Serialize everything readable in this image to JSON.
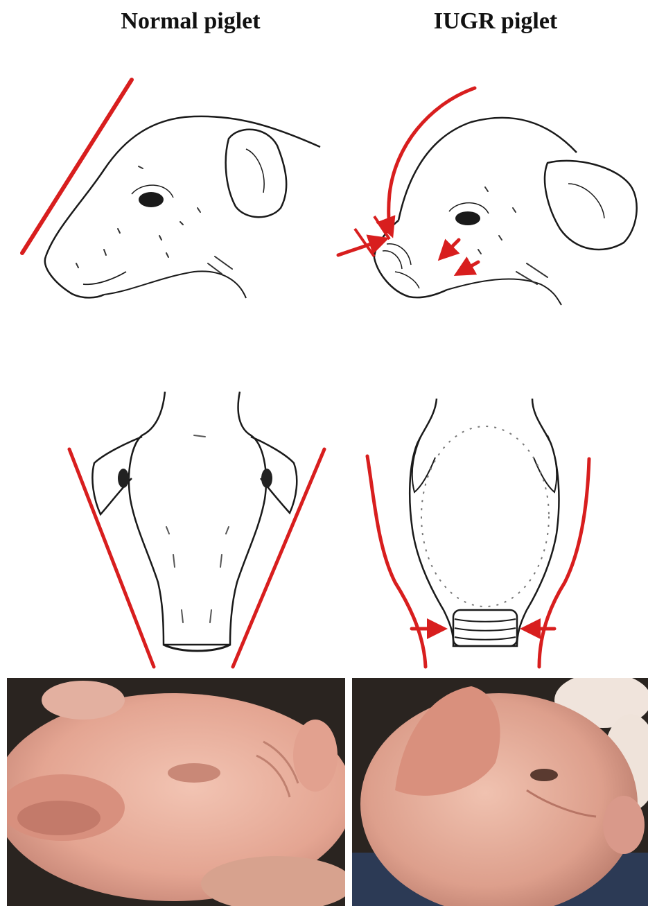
{
  "headings": {
    "normal": "Normal piglet",
    "iugr": "IUGR piglet"
  },
  "colors": {
    "annotation_red": "#d81e1e",
    "ink": "#1a1a1a",
    "photo_background": "#2a2420",
    "piglet_skin": "#e9b3a1"
  },
  "panels": [
    {
      "column": "normal",
      "view": "side-profile-drawing"
    },
    {
      "column": "iugr",
      "view": "side-profile-drawing"
    },
    {
      "column": "normal",
      "view": "top-view-drawing"
    },
    {
      "column": "iugr",
      "view": "top-view-drawing"
    },
    {
      "column": "normal",
      "view": "photograph"
    },
    {
      "column": "iugr",
      "view": "photograph"
    }
  ]
}
